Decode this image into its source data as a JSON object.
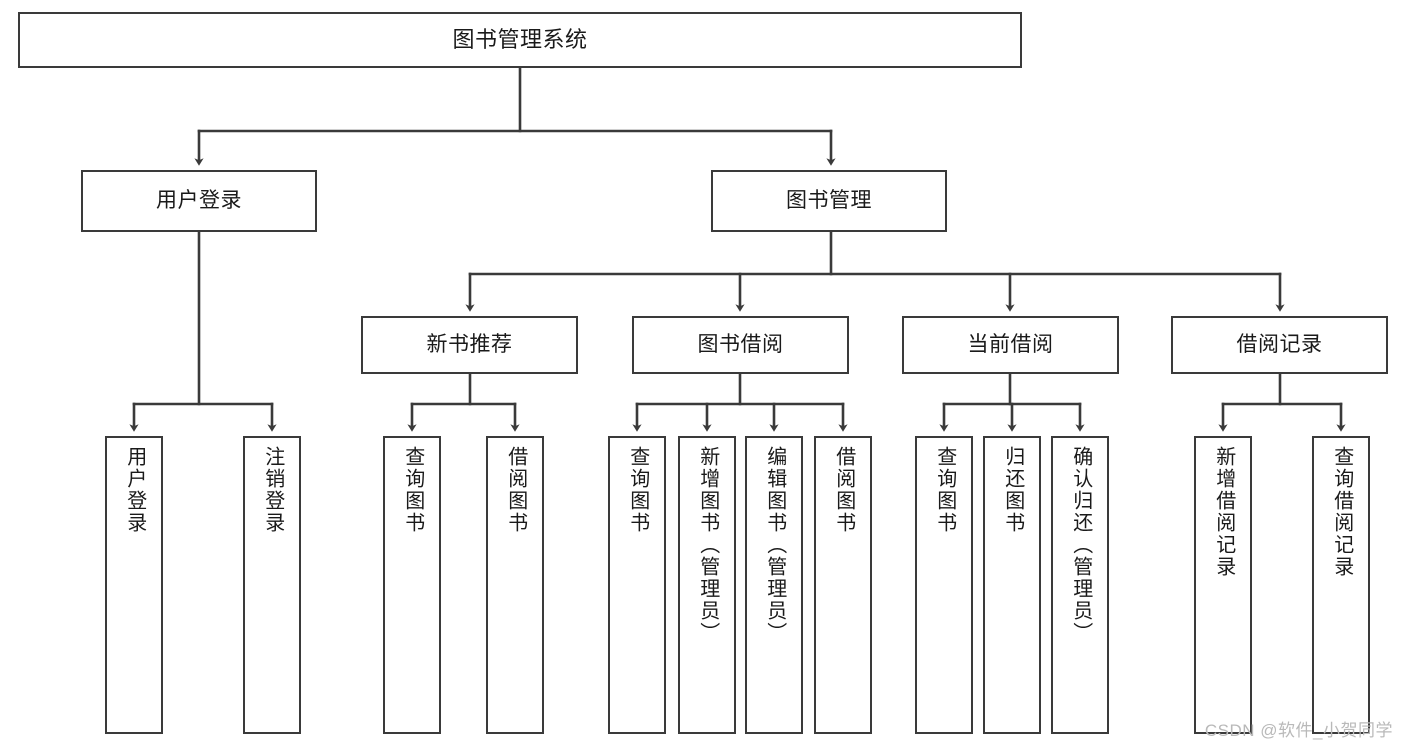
{
  "diagram": {
    "title": "图书管理系统",
    "watermark": "CSDN @软件_小贺同学",
    "colors": {
      "background": "#ffffff",
      "node_border": "#3a3a3a",
      "edge": "#3a3a3a",
      "text": "#1a1a1a",
      "watermark": "#b9b9b9"
    },
    "nodes": {
      "root": {
        "label": "图书管理系统"
      },
      "level2": [
        {
          "label": "用户登录"
        },
        {
          "label": "图书管理"
        }
      ],
      "level3": [
        {
          "label": "新书推荐"
        },
        {
          "label": "图书借阅"
        },
        {
          "label": "当前借阅"
        },
        {
          "label": "借阅记录"
        }
      ],
      "leaves": {
        "user_login": [
          {
            "label": "用户登录"
          },
          {
            "label": "注销登录"
          }
        ],
        "new_book_recommend": [
          {
            "label": "查询图书"
          },
          {
            "label": "借阅图书"
          }
        ],
        "book_borrow": [
          {
            "label": "查询图书"
          },
          {
            "label": "新增图书（管理员）"
          },
          {
            "label": "编辑图书（管理员）"
          },
          {
            "label": "借阅图书"
          }
        ],
        "current_borrow": [
          {
            "label": "查询图书"
          },
          {
            "label": "归还图书"
          },
          {
            "label": "确认归还（管理员）"
          }
        ],
        "borrow_record": [
          {
            "label": "新增借阅记录"
          },
          {
            "label": "查询借阅记录"
          }
        ]
      }
    }
  }
}
